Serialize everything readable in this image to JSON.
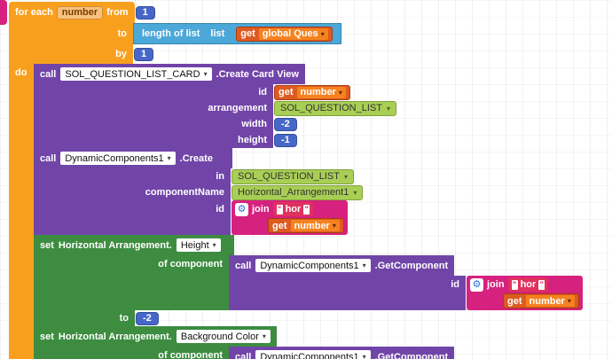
{
  "colors": {
    "control_orange": "#F8A01E",
    "component_purple": "#7145A8",
    "set_green": "#3D8C40",
    "math_blue": "#4767C8",
    "list_blue": "#4BA8D8",
    "variable_orange": "#DD5B21",
    "variable_orange_light": "#F5821F",
    "text_pink": "#D6217E",
    "component_pill_green": "#A9CE55"
  },
  "icons": {
    "caret": "▾",
    "gear": "⚙"
  },
  "for_each_block": {
    "for_each": "for each",
    "variable": "number",
    "from": "from",
    "from_value": "1",
    "to": "to",
    "by": "by",
    "by_value": "1",
    "do": "do"
  },
  "length_of_list_block": {
    "label": "length of list",
    "list_label": "list"
  },
  "get_global_ques": {
    "get": "get",
    "variable": "global Ques"
  },
  "get_number": {
    "get": "get",
    "variable": "number"
  },
  "card_view_block": {
    "call": "call",
    "component": "SOL_QUESTION_LIST_CARD",
    "method": ".Create Card View",
    "id_label": "id",
    "arrangement_label": "arrangement",
    "arrangement_value": "SOL_QUESTION_LIST",
    "width_label": "width",
    "width_value": "-2",
    "height_label": "height",
    "height_value": "-1"
  },
  "create_block": {
    "call": "call",
    "component": "DynamicComponents1",
    "method": ".Create",
    "in_label": "in",
    "in_value": "SOL_QUESTION_LIST",
    "component_name_label": "componentName",
    "component_name_value": "Horizontal_Arrangement1",
    "id_label": "id"
  },
  "join_block": {
    "label": "join",
    "quote": "\"",
    "text_value": "hor"
  },
  "set_height_block": {
    "set": "set",
    "component": "Horizontal Arrangement.",
    "property": "Height",
    "of_component_label": "of component",
    "to_label": "to",
    "to_value": "-2"
  },
  "set_bg_block": {
    "set": "set",
    "component": "Horizontal Arrangement.",
    "property": "Background Color",
    "of_component_label": "of component"
  },
  "get_component_block": {
    "call": "call",
    "component": "DynamicComponents1",
    "method": ".GetComponent",
    "id_label": "id"
  }
}
